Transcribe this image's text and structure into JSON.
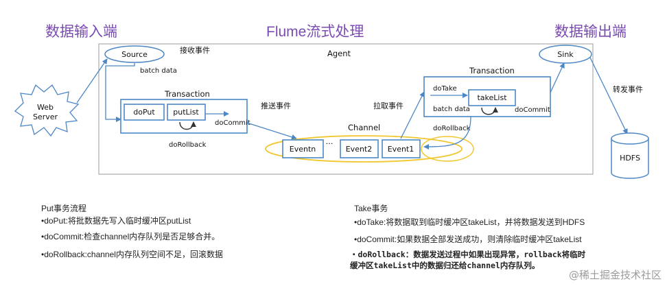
{
  "headings": {
    "input": "数据输入端",
    "flume": "Flume流式处理",
    "output": "数据输出端"
  },
  "agent": {
    "label": "Agent"
  },
  "source": {
    "label": "Source",
    "receive": "接收事件",
    "batch": "batch data"
  },
  "web_server": {
    "line1": "Web",
    "line2": "Server"
  },
  "put_transaction": {
    "title": "Transaction",
    "doput": "doPut",
    "putlist": "putList",
    "docommit": "doCommit",
    "dorollback": "doRollback"
  },
  "push": "推送事件",
  "pull": "拉取事件",
  "channel": {
    "label": "Channel",
    "ellipsis": "…",
    "events": [
      "Eventn",
      "Event2",
      "Event1"
    ]
  },
  "take_transaction": {
    "title": "Transaction",
    "dotake": "doTake",
    "takelist": "takeList",
    "batch": "batch data",
    "docommit": "doCommit",
    "dorollback": "doRollback"
  },
  "sink": {
    "label": "Sink",
    "forward": "转发事件"
  },
  "hdfs": {
    "label": "HDFS"
  },
  "put_notes": {
    "title": "Put事务流程",
    "items": [
      "•doPut:将批数据先写入临时缓冲区putList",
      "•doCommit:检查channel内存队列是否足够合并。",
      "•doRollback:channel内存队列空间不足，回滚数据"
    ]
  },
  "take_notes": {
    "title": "Take事务",
    "items": [
      "•doTake:将数据取到临时缓冲区takeList，并将数据发送到HDFS",
      "•doCommit:如果数据全部发送成功，则清除临时缓冲区takeList"
    ],
    "rollback_line1": "・doRollback：数据发送过程中如果出现异常，rollback将临时",
    "rollback_line2": "缓冲区takeList中的数据归还给channel内存队列。"
  },
  "watermark": "@稀土掘金技术社区",
  "colors": {
    "heading": "#7b4bb4",
    "box": "#4b86c5",
    "channel": "#f2c62e",
    "agent_border": "#9a9a9a"
  }
}
